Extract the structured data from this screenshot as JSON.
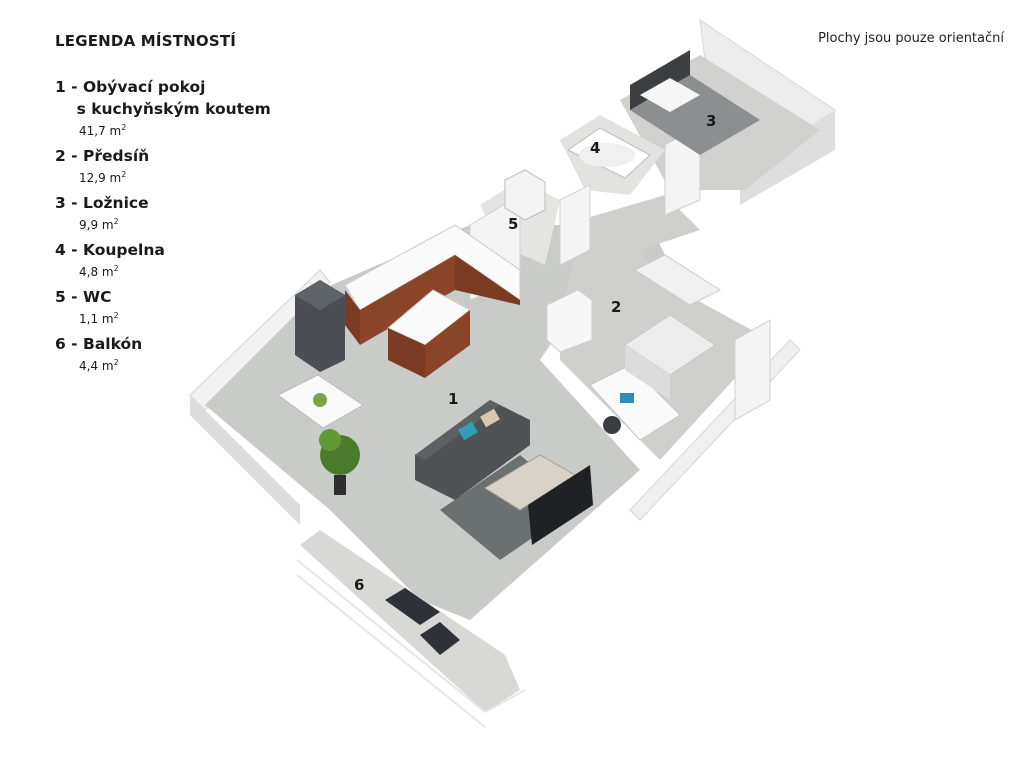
{
  "legend": {
    "title": "LEGENDA MÍSTNOSTÍ",
    "rooms": [
      {
        "number": "1",
        "name": "1 - Obývací pokoj\n    s kuchyňským koutem",
        "area": "41,7",
        "unit": "m",
        "unit_exp": "2"
      },
      {
        "number": "2",
        "name": "2 - Předsíň",
        "area": "12,9",
        "unit": "m",
        "unit_exp": "2"
      },
      {
        "number": "3",
        "name": "3 - Ložnice",
        "area": "9,9",
        "unit": "m",
        "unit_exp": "2"
      },
      {
        "number": "4",
        "name": "4 - Koupelna",
        "area": "4,8",
        "unit": "m",
        "unit_exp": "2"
      },
      {
        "number": "5",
        "name": "5 - WC",
        "area": "1,1",
        "unit": "m",
        "unit_exp": "2"
      },
      {
        "number": "6",
        "name": "6 - Balkón",
        "area": "4,4",
        "unit": "m",
        "unit_exp": "2"
      }
    ]
  },
  "note": "Plochy jsou pouze orientační",
  "plan_labels": [
    "1",
    "2",
    "3",
    "4",
    "5",
    "6"
  ]
}
